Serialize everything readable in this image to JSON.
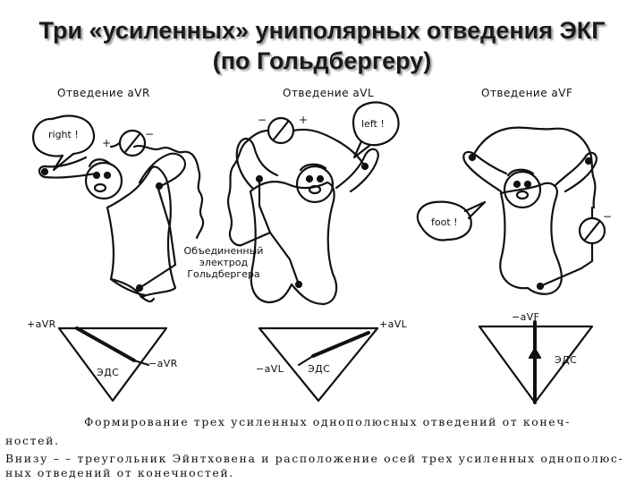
{
  "title": {
    "line1": "Три «усиленных» униполярных отведения ЭКГ",
    "line2": "(по Гольдбергеру)"
  },
  "leads": [
    {
      "name": "Отведение aVR",
      "bubble": "right !"
    },
    {
      "name": "Отведение aVL",
      "bubble": "left !"
    },
    {
      "name": "Отведение aVF",
      "bubble": "foot !"
    }
  ],
  "electrode_label": [
    "Объединенный",
    "электрод",
    "Гольдбергера"
  ],
  "triangles": [
    {
      "pos_label": "+aVR",
      "neg_label": "−aVR",
      "eds": "ЭДС"
    },
    {
      "pos_label": "+aVL",
      "neg_label": "−aVL",
      "eds": "ЭДС"
    },
    {
      "pos_label": "−aVF",
      "neg_label": "",
      "eds": "ЭДС"
    }
  ],
  "caption": {
    "line1": "Формирование трех усиленных однополюсных отведений от конеч-",
    "line2": "ностей.",
    "line3": "Внизу – – треугольник Эйнтховена и расположение осей трех усиленных однополюс-",
    "line4": "ных отведений от конечностей."
  }
}
